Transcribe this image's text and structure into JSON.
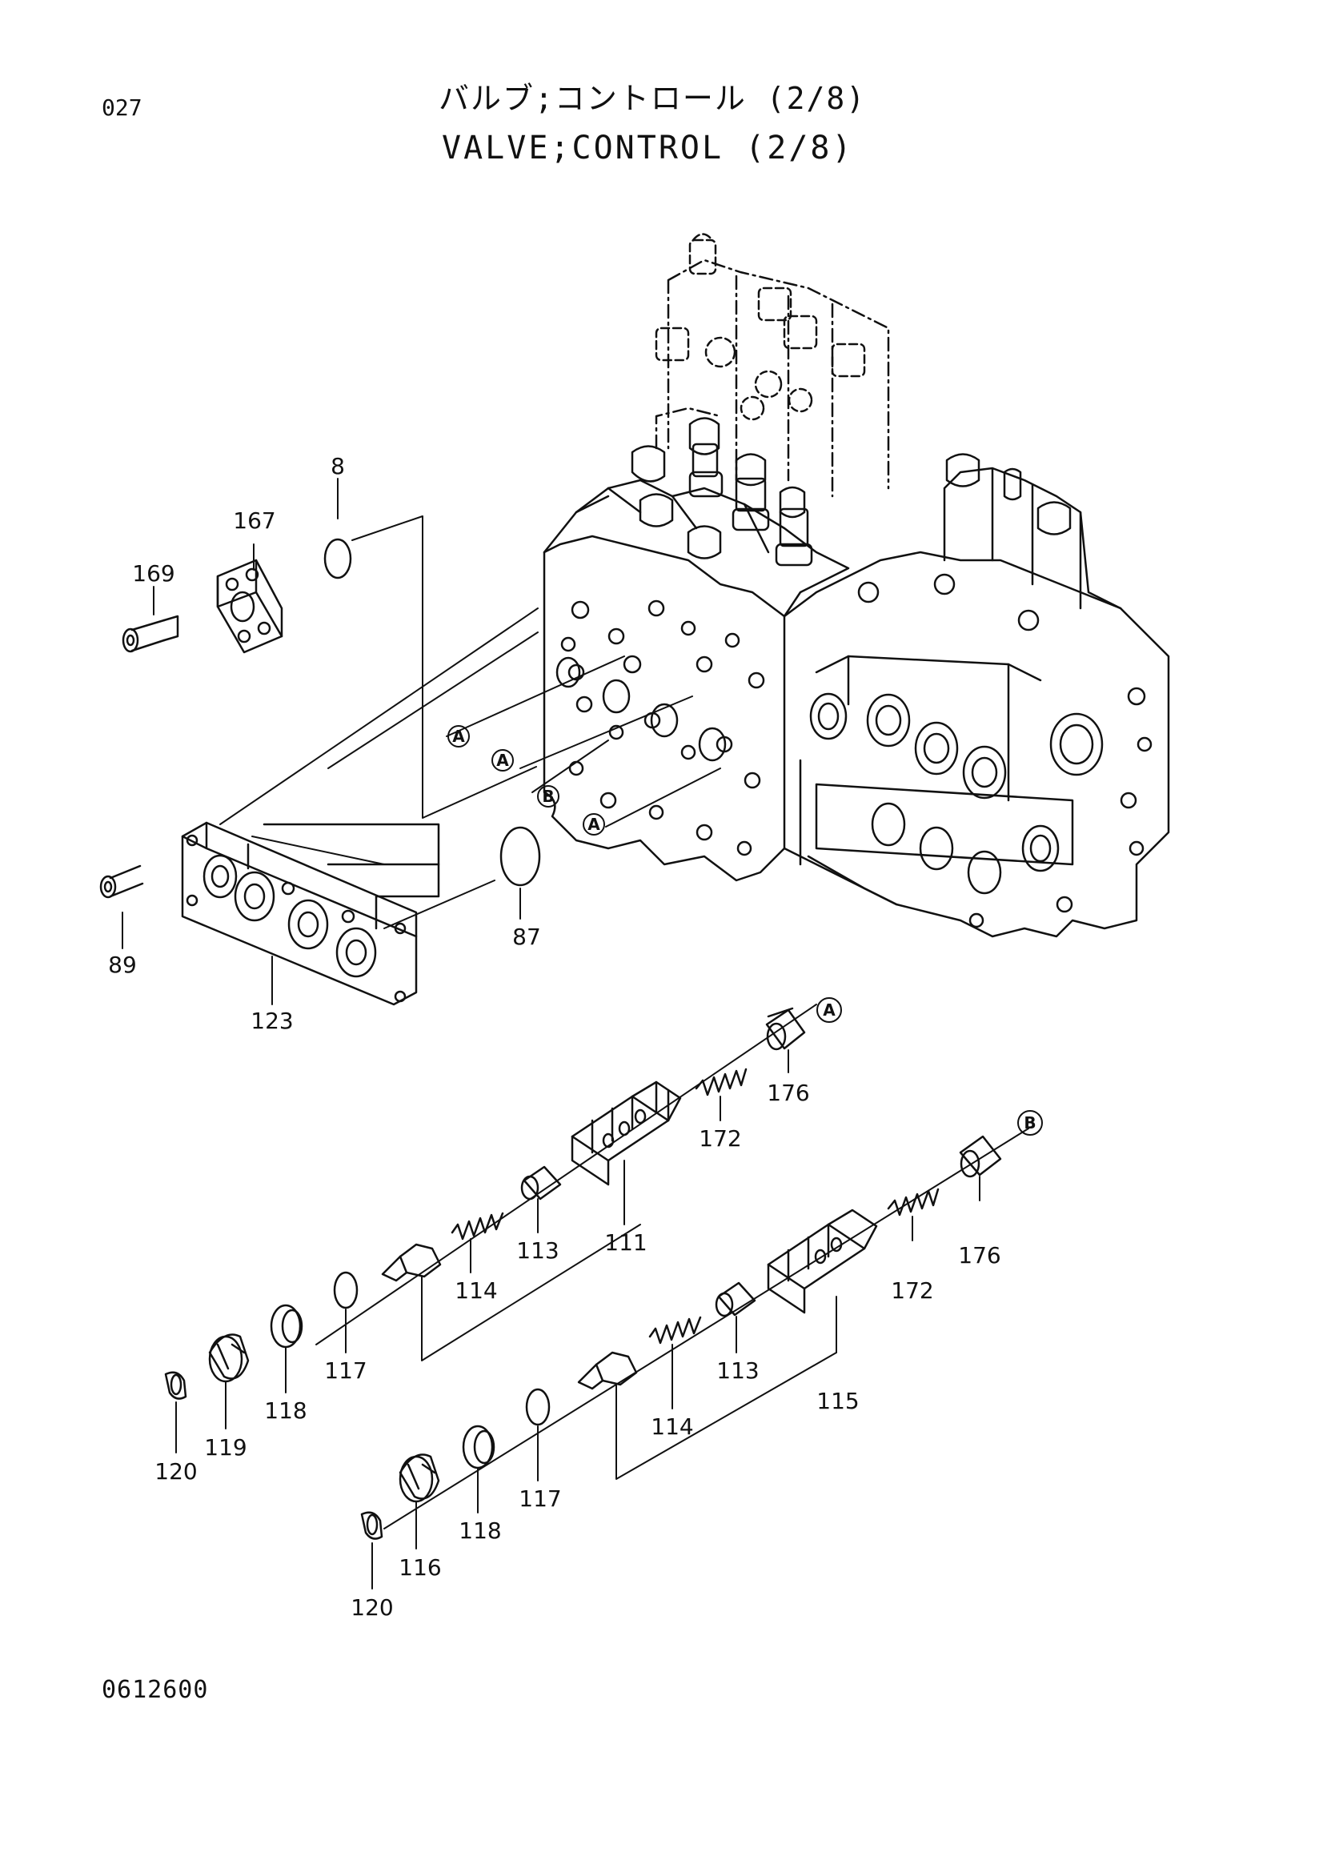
{
  "header": {
    "page_number": "027",
    "title_jp": "バルブ;コントロール (2/8)",
    "title_en": "VALVE;CONTROL (2/8)"
  },
  "footer": {
    "doc_code": "0612600"
  },
  "diagram": {
    "part_labels": {
      "p8": "8",
      "p167": "167",
      "p169": "169",
      "p89": "89",
      "p123": "123",
      "p87": "87",
      "p176a": "176",
      "p172a": "172",
      "p113a": "113",
      "p111": "111",
      "p114a": "114",
      "p117a": "117",
      "p118a": "118",
      "p119": "119",
      "p120a": "120",
      "p176b": "176",
      "p172b": "172",
      "p113b": "113",
      "p115": "115",
      "p114b": "114",
      "p117b": "117",
      "p118b": "118",
      "p116": "116",
      "p120b": "120"
    },
    "refs": {
      "a1": "A",
      "a2": "A",
      "b1": "B",
      "a3": "A",
      "a_top": "A",
      "b_top": "B"
    }
  }
}
